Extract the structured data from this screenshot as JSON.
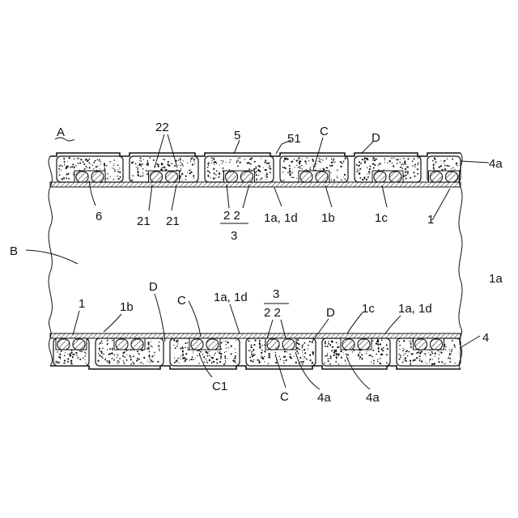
{
  "labels": {
    "A": "A",
    "B": "B",
    "n22_top": "22",
    "n5": "5",
    "n51": "51",
    "C_top": "C",
    "D_top": "D",
    "n4a_right": "4a",
    "n6": "6",
    "n21_left": "21",
    "n21_right": "21",
    "frac_top_num": "2 2",
    "frac_top_den": "3",
    "n1a1d_top": "1a, 1d",
    "n1b_top": "1b",
    "n1c_top": "1c",
    "n1_top": "1",
    "n1a_right": "1a",
    "n1_bottom": "1",
    "n1b_bottom": "1b",
    "D_bottom_left": "D",
    "C_bottom_left": "C",
    "n1a1d_bottom_mid": "1a, 1d",
    "frac_bot_num": "3",
    "frac_bot_den": "2 2",
    "D_bottom_mid": "D",
    "n1c_bottom": "1c",
    "n1a1d_bottom_right": "1a, 1d",
    "n4": "4",
    "C1": "C1",
    "C_bottom_mid": "C",
    "n4a_bottom_mid": "4a",
    "n4a_bottom_right": "4a"
  },
  "colors": {
    "ink": "#111111",
    "background": "#ffffff"
  }
}
